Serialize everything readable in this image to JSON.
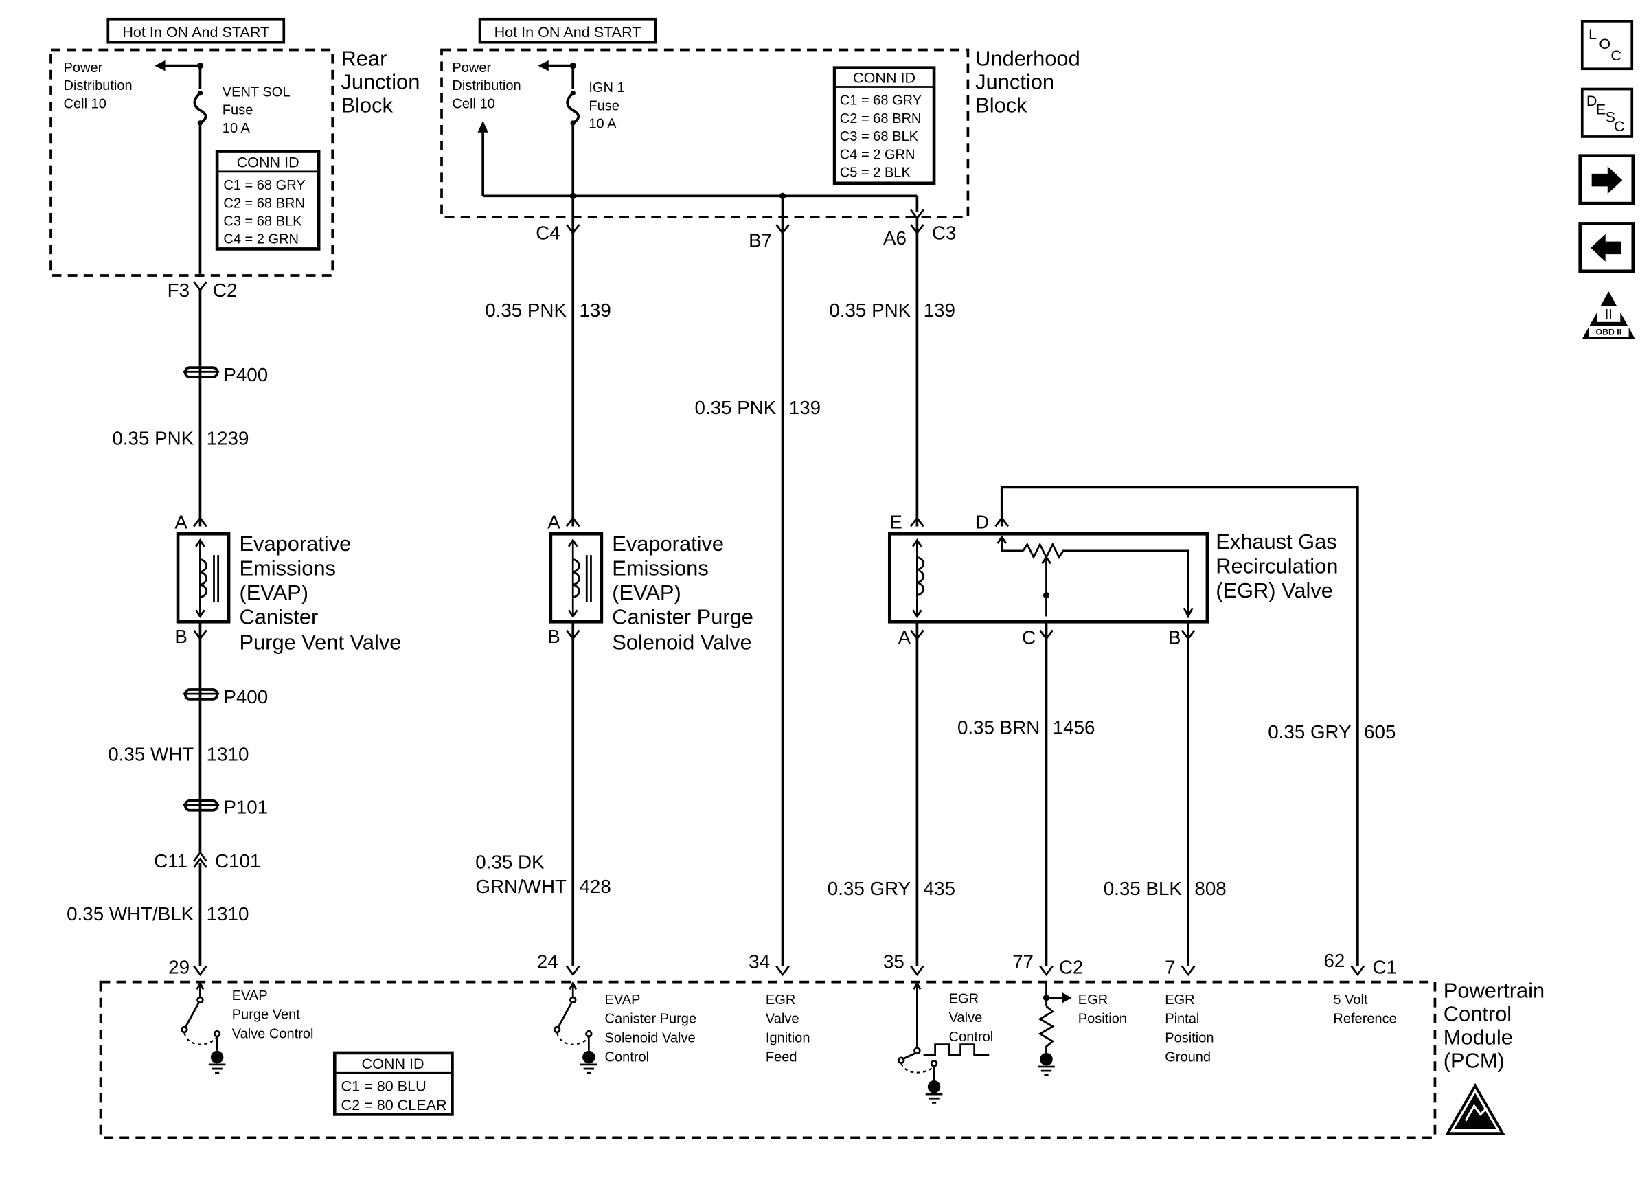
{
  "hot_labels": {
    "rear": "Hot In ON And START",
    "under": "Hot In ON And START"
  },
  "rear_block": {
    "pd_lines": [
      "Power",
      "Distribution",
      "Cell 10"
    ],
    "title_lines": [
      "Rear",
      "Junction",
      "Block"
    ],
    "fuse_lines": [
      "VENT SOL",
      "Fuse",
      "10 A"
    ],
    "conn_title": "CONN ID",
    "conn_rows": [
      "C1 = 68 GRY",
      "C2 = 68 BRN",
      "C3 = 68 BLK",
      "C4 = 2 GRN"
    ]
  },
  "under_block": {
    "pd_lines": [
      "Power",
      "Distribution",
      "Cell 10"
    ],
    "title_lines": [
      "Underhood",
      "Junction",
      "Block"
    ],
    "fuse_lines": [
      "IGN 1",
      "Fuse",
      "10 A"
    ],
    "conn_title": "CONN ID",
    "conn_rows": [
      "C1 = 68 GRY",
      "C2 = 68 BRN",
      "C3 = 68 BLK",
      "C4 = 2 GRN",
      "C5 = 2 BLK"
    ]
  },
  "connectors": {
    "f3": "F3",
    "c2_rear": "C2",
    "c4": "C4",
    "b7": "B7",
    "a6": "A6",
    "c3": "C3",
    "p400a": "P400",
    "p400b": "P400",
    "p101": "P101",
    "c11": "C11",
    "c101": "C101"
  },
  "wires": {
    "w1239": [
      "0.35 PNK",
      "1239"
    ],
    "w1310a": [
      "0.35 WHT",
      "1310"
    ],
    "w1310b": [
      "0.35 WHT/BLK",
      "1310"
    ],
    "w139a": [
      "0.35 PNK",
      "139"
    ],
    "w139b": [
      "0.35 PNK",
      "139"
    ],
    "w139c": [
      "0.35 PNK",
      "139"
    ],
    "w428": [
      "0.35 DK",
      "GRN/WHT",
      "428"
    ],
    "w435": [
      "0.35 GRY",
      "435"
    ],
    "w1456": [
      "0.35 BRN",
      "1456"
    ],
    "w808": [
      "0.35 BLK",
      "808"
    ],
    "w605": [
      "0.35 GRY",
      "605"
    ]
  },
  "vent_valve": {
    "pin_top": "A",
    "pin_bottom": "B",
    "lines": [
      "Evaporative",
      "Emissions",
      "(EVAP)",
      "Canister",
      "Purge Vent Valve"
    ]
  },
  "purge_valve": {
    "pin_top": "A",
    "pin_bottom": "B",
    "lines": [
      "Evaporative",
      "Emissions",
      "(EVAP)",
      "Canister Purge",
      "Solenoid Valve"
    ]
  },
  "egr_valve": {
    "pins": {
      "e": "E",
      "d": "D",
      "a": "A",
      "c": "C",
      "b": "B"
    },
    "lines": [
      "Exhaust Gas",
      "Recirculation",
      "(EGR) Valve"
    ]
  },
  "pcm": {
    "title_lines": [
      "Powertrain",
      "Control",
      "Module",
      "(PCM)"
    ],
    "pins": {
      "p29": "29",
      "p24": "24",
      "p34": "34",
      "p35": "35",
      "p77": "77",
      "c2": "C2",
      "p7": "7",
      "p62": "62",
      "c1": "C1"
    },
    "ckt_vent": [
      "EVAP",
      "Purge Vent",
      "Valve Control"
    ],
    "ckt_purge": [
      "EVAP",
      "Canister Purge",
      "Solenoid Valve",
      "Control"
    ],
    "ckt_ign": [
      "EGR",
      "Valve",
      "Ignition",
      "Feed"
    ],
    "ckt_ctrl": [
      "EGR",
      "Valve",
      "Control"
    ],
    "ckt_pos": [
      "EGR",
      "Position"
    ],
    "ckt_gnd": [
      "EGR",
      "Pintal",
      "Position",
      "Ground"
    ],
    "ckt_ref": [
      "5 Volt",
      "Reference"
    ],
    "conn_title": "CONN ID",
    "conn_rows": [
      "C1 = 80 BLU",
      "C2 = 80 CLEAR"
    ]
  },
  "nav": {
    "loc": [
      "L",
      "O",
      "C"
    ],
    "desc": [
      "D",
      "E",
      "S",
      "C"
    ],
    "obd": [
      "II",
      "OBD II"
    ],
    "icons": [
      "loc-icon",
      "desc-icon",
      "arrow-right-icon",
      "arrow-left-icon",
      "obd-ii-icon",
      "esd-icon"
    ]
  }
}
